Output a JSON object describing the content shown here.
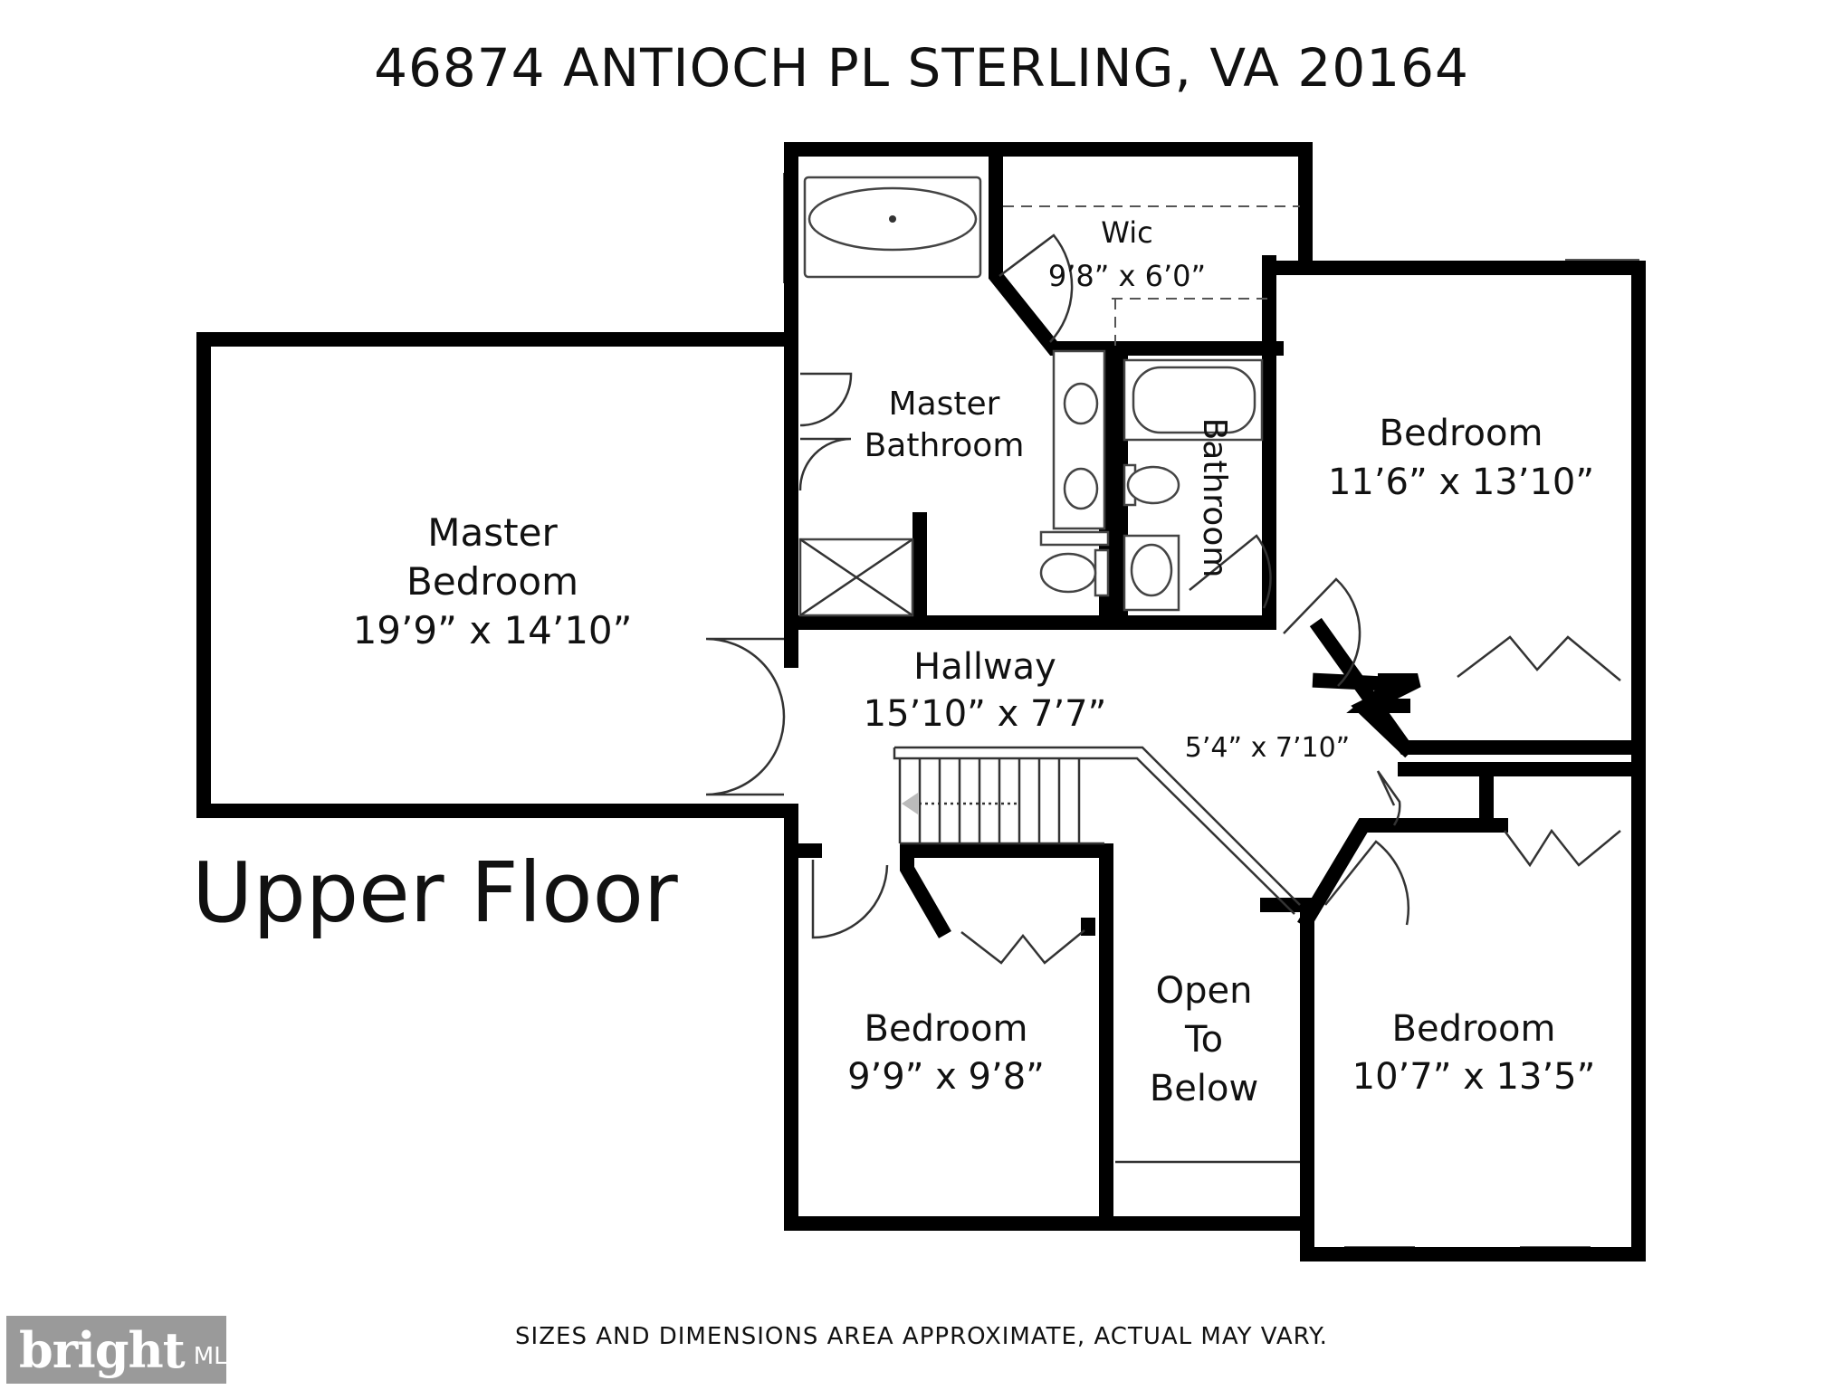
{
  "title": "46874 ANTIOCH PL STERLING, VA 20164",
  "floor_label": "Upper Floor",
  "disclaimer": "SIZES AND DIMENSIONS AREA APPROXIMATE, ACTUAL MAY VARY.",
  "logo": {
    "name": "bright",
    "suffix": "MLS"
  },
  "rooms": {
    "wic": {
      "name": "Wic",
      "size": "9’8” x 6’0”"
    },
    "master_bathroom": {
      "line1": "Master",
      "line2": "Bathroom"
    },
    "bathroom": {
      "name": "Bathroom"
    },
    "bedroom_ne": {
      "name": "Bedroom",
      "size": "11’6” x 13’10”"
    },
    "master_bedroom": {
      "line1": "Master",
      "line2": "Bedroom",
      "size": "19’9” x 14’10”"
    },
    "hallway": {
      "name": "Hallway",
      "size": "15’10” x 7’7”"
    },
    "landing": {
      "size": "5’4” x 7’10”"
    },
    "bedroom_sw": {
      "name": "Bedroom",
      "size": "9’9” x 9’8”"
    },
    "open_to_below": {
      "line1": "Open",
      "line2": "To",
      "line3": "Below"
    },
    "bedroom_se": {
      "name": "Bedroom",
      "size": "10’7” x 13’5”"
    }
  }
}
